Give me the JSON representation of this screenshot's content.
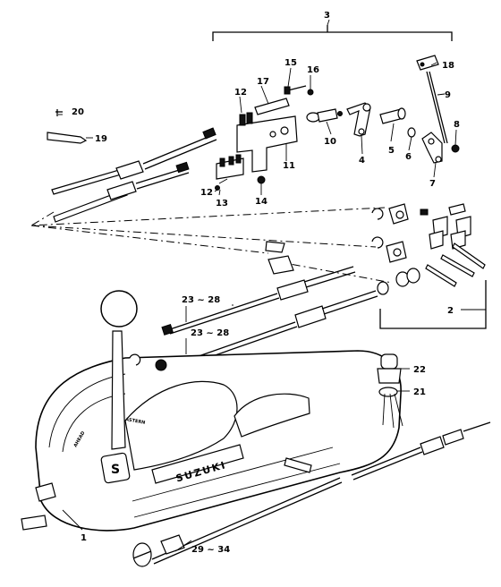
{
  "labels": {
    "l1": "1",
    "l2": "2",
    "l3": "3",
    "l4": "4",
    "l5": "5",
    "l6": "6",
    "l7": "7",
    "l8": "8",
    "l9": "9",
    "l10": "10",
    "l11": "11",
    "l12a": "12",
    "l12b": "12",
    "l13": "13",
    "l14": "14",
    "l15": "15",
    "l16": "16",
    "l17": "17",
    "l18": "18",
    "l19": "19",
    "l20": "20",
    "l21": "21",
    "l22": "22",
    "l23a": "23 ~ 28",
    "l23b": "23 ~ 28",
    "l29": "29 ~ 34"
  },
  "housing": {
    "brand": "SUZUKI",
    "plate_mark": "S",
    "dial_left": "AHEAD",
    "dial_right": "ASTERN"
  }
}
